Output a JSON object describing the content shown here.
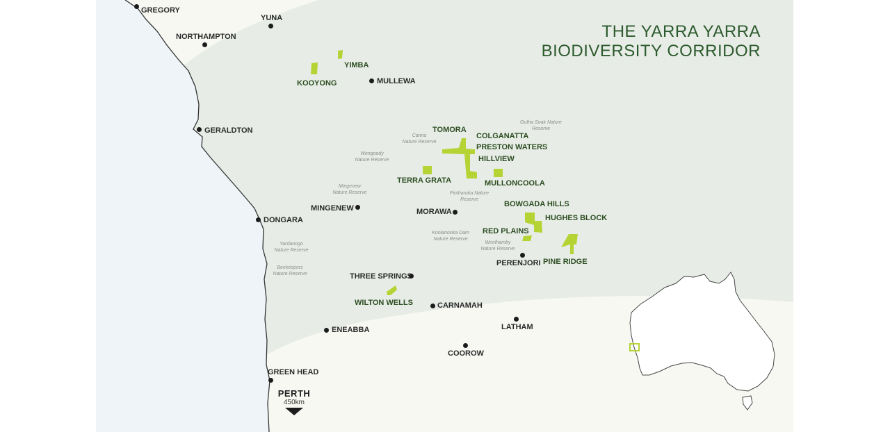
{
  "map": {
    "title_line1": "THE YARRA YARRA",
    "title_line2": "BIODIVERSITY CORRIDOR",
    "colors": {
      "ocean": "#eef4f8",
      "land_light": "#f8f8f3",
      "corridor_band": "#e7ede6",
      "coastline": "#333333",
      "property_fill": "#b5d334",
      "title": "#2d5a2e",
      "label_dark": "#2a2a2a",
      "property_label": "#2d4d22"
    },
    "towns": {
      "gregory": "GREGORY",
      "yuna": "YUNA",
      "northampton": "NORTHAMPTON",
      "mullewa": "MULLEWA",
      "geraldton": "GERALDTON",
      "mingenew": "MINGENEW",
      "morawa": "MORAWA",
      "dongara": "DONGARA",
      "perenjori": "PERENJORI",
      "three_springs": "THREE SPRINGS",
      "carnamah": "CARNAMAH",
      "latham": "LATHAM",
      "eneabba": "ENEABBA",
      "coorow": "COOROW",
      "green_head": "GREEN HEAD"
    },
    "properties": {
      "yimba": "YIMBA",
      "kooyong": "KOOYONG",
      "tomora": "TOMORA",
      "colganatta": "COLGANATTA",
      "preston_waters": "PRESTON WATERS",
      "hillview": "HILLVIEW",
      "terra_grata": "TERRA GRATA",
      "mulloncoola": "MULLONCOOLA",
      "bowgada_hills": "BOWGADA HILLS",
      "hughes_block": "HUGHES BLOCK",
      "red_plains": "RED PLAINS",
      "pine_ridge": "PINE RIDGE",
      "wilton_wells": "WILTON WELLS"
    },
    "reserves": {
      "gutha_l1": "Gutha Soak Nature",
      "gutha_l2": "Reserve",
      "canna_l1": "Canna",
      "canna_l2": "Nature Reserve",
      "wongoody_l1": "Wongoody",
      "wongoody_l2": "Nature Reserve",
      "mingenew_l1": "Mingenew",
      "mingenew_l2": "Nature Reserve",
      "pintharuka_l1": "Pintharuka Nature",
      "pintharuka_l2": "Reserve",
      "koolanooka_l1": "Koolanooka Dam",
      "koolanooka_l2": "Nature Reserve",
      "weelhamby_l1": "Weelhamby",
      "weelhamby_l2": "Nature Reserve",
      "yardanogo_l1": "Yardanogo",
      "yardanogo_l2": "Nature Reserve",
      "beekeepers_l1": "Beekeepers",
      "beekeepers_l2": "Nature Reserve"
    },
    "perth": {
      "name": "PERTH",
      "distance": "450km"
    },
    "icons": {
      "perth_arrow": "triangle-down-icon",
      "town_marker": "dot-icon"
    }
  }
}
